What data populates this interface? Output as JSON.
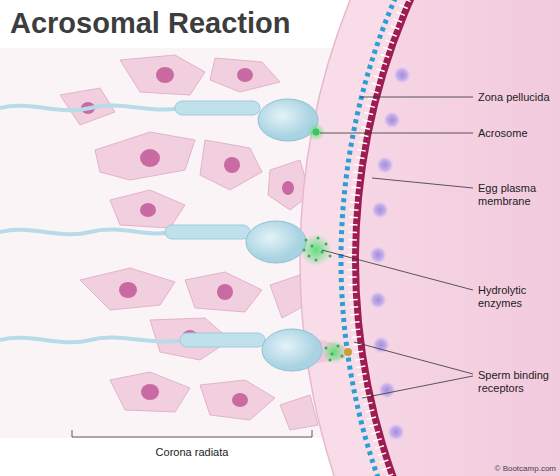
{
  "diagram": {
    "title": "Acrosomal Reaction",
    "labels": [
      "Zona pellucida",
      "Acrosome",
      "Egg plasma membrane",
      "Hydrolytic enzymes",
      "Sperm binding receptors",
      "Corona radiata",
      "© Bootcamp.com"
    ]
  }
}
